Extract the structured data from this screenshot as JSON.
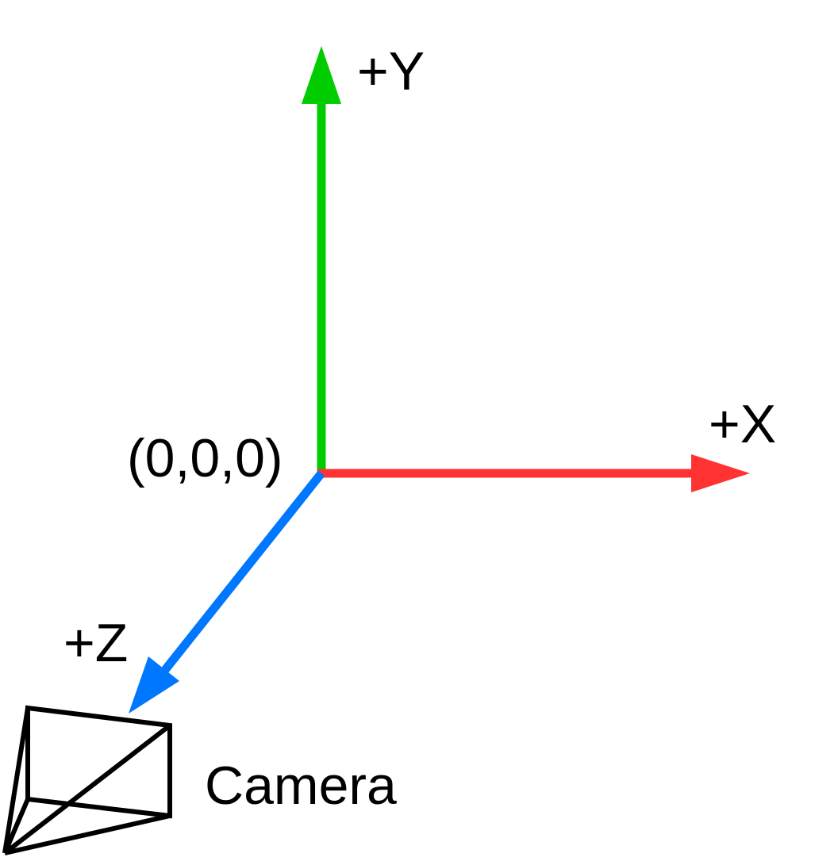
{
  "axes": {
    "x": {
      "label": "+X",
      "color": "#ff3333"
    },
    "y": {
      "label": "+Y",
      "color": "#00cc00"
    },
    "z": {
      "label": "+Z",
      "color": "#0077ff"
    }
  },
  "origin": {
    "label": "(0,0,0)"
  },
  "camera": {
    "label": "Camera",
    "color": "#000000"
  }
}
